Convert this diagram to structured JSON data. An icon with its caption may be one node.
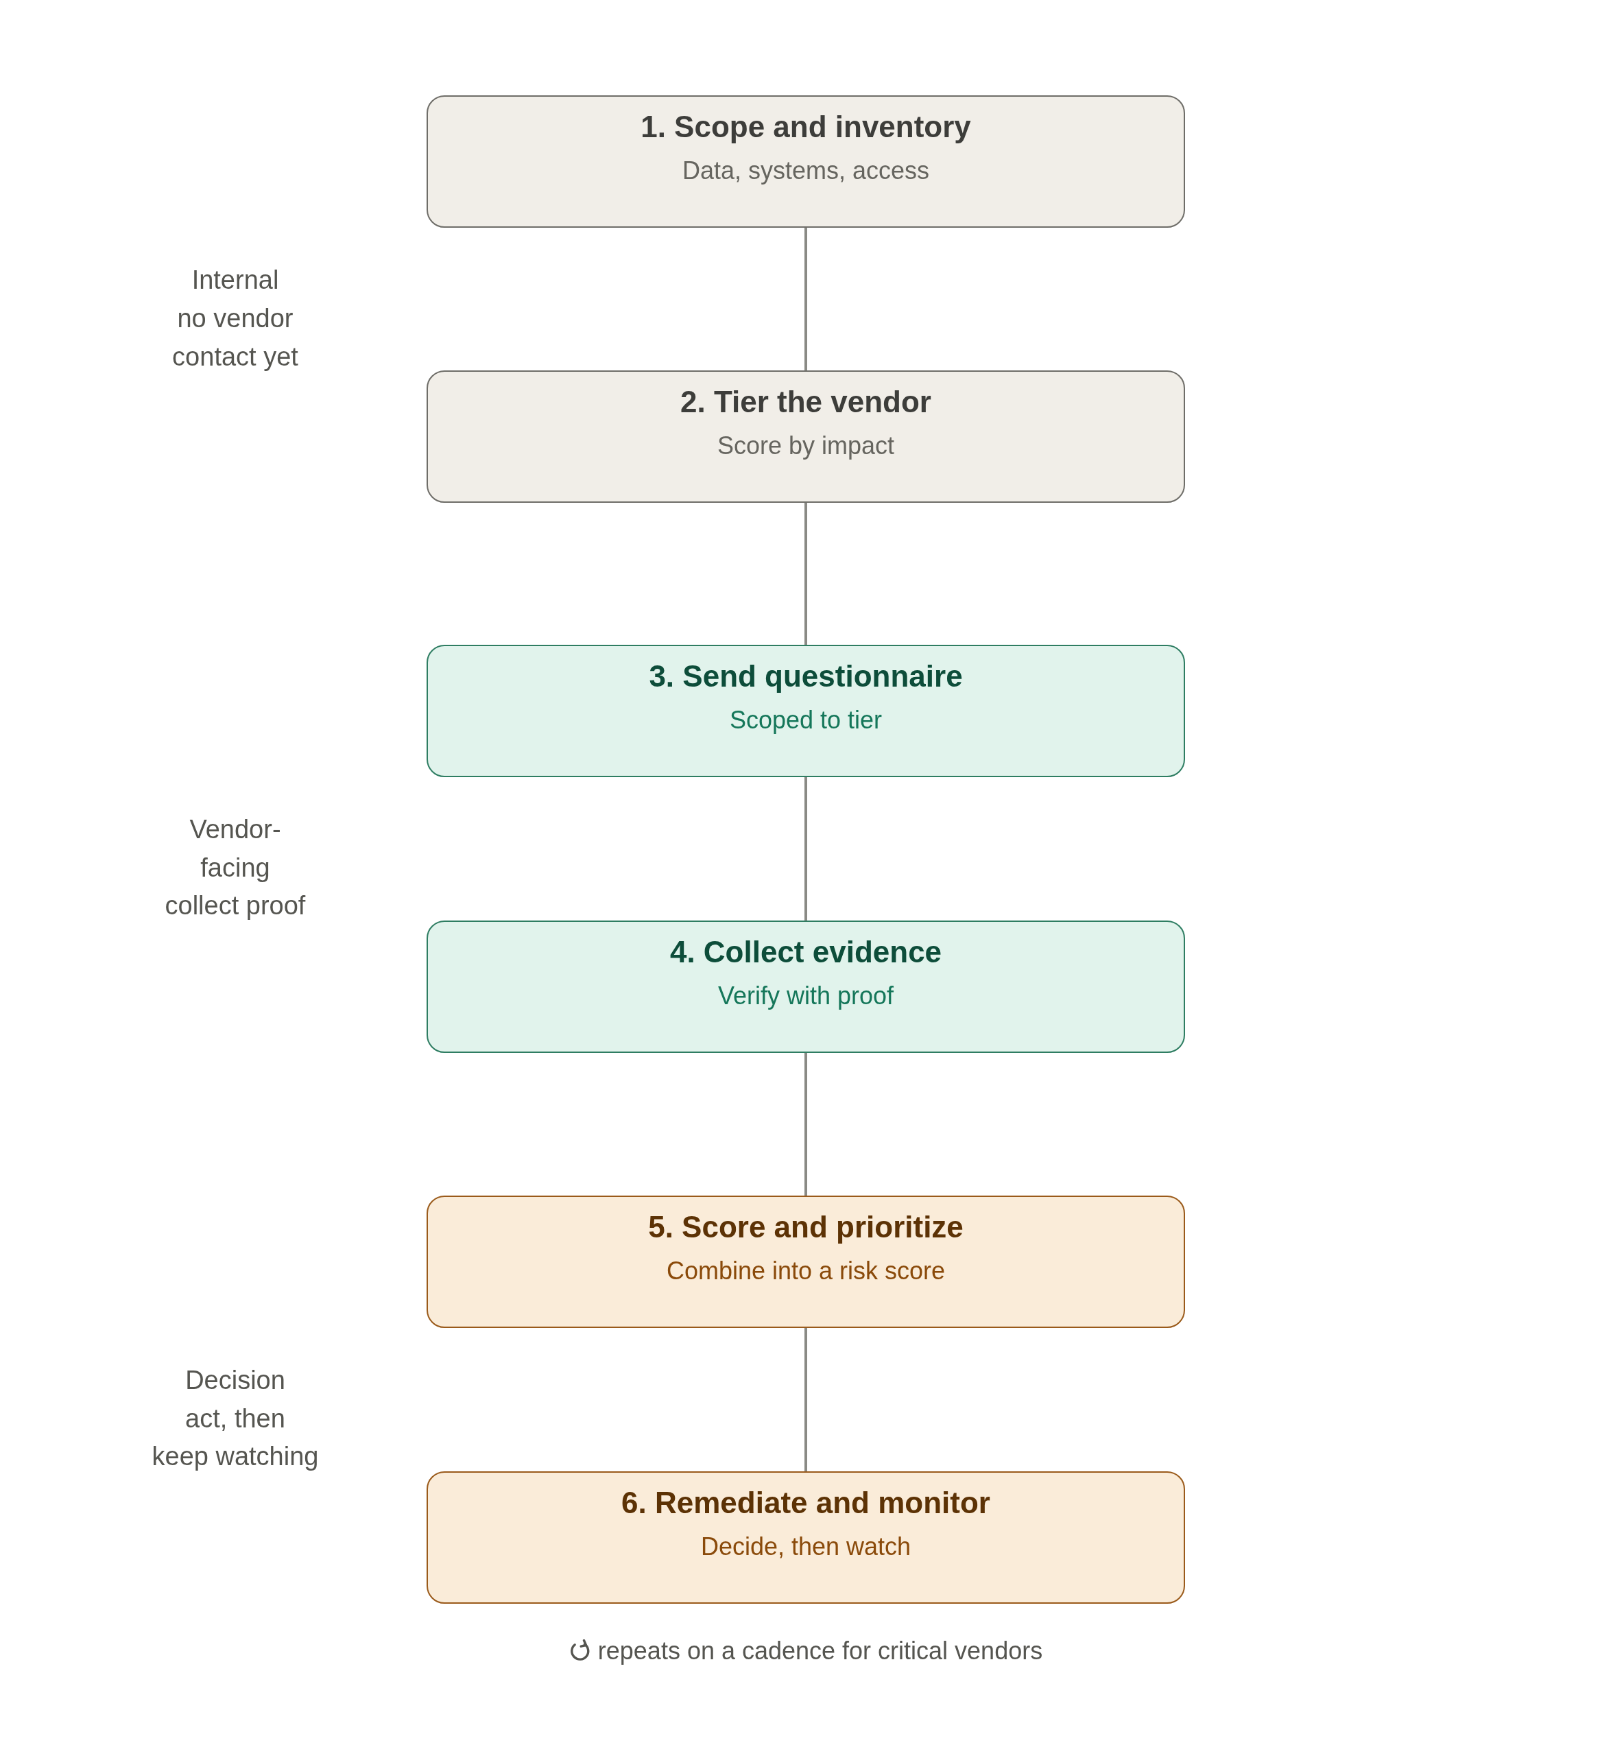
{
  "diagram": {
    "nodes": [
      {
        "text": [
          "1. Scope and inventory",
          "Data, systems, access"
        ]
      },
      {
        "text": [
          "2. Tier the vendor",
          "Score by impact"
        ]
      },
      {
        "text": [
          "3. Send questionnaire",
          "Scoped to tier"
        ]
      },
      {
        "text": [
          "4. Collect evidence",
          "Verify with proof"
        ]
      },
      {
        "text": [
          "5. Score and prioritize",
          "Combine into a risk score"
        ]
      },
      {
        "text": [
          "6. Remediate and monitor",
          "Decide, then watch"
        ]
      }
    ],
    "edges": [
      {
        "from": 0,
        "to": 1,
        "arrow": "none"
      },
      {
        "from": 1,
        "to": 2,
        "arrow": "none"
      },
      {
        "from": 2,
        "to": 3,
        "arrow": "none"
      },
      {
        "from": 3,
        "to": 4,
        "arrow": "none"
      },
      {
        "from": 4,
        "to": 5,
        "arrow": "none"
      }
    ],
    "labels": [
      "Internal",
      "no vendor contact yet",
      "Vendor-facing",
      "collect proof",
      "Decision",
      "act, then",
      "keep watching",
      "repeats on a cadence for critical vendors"
    ]
  }
}
